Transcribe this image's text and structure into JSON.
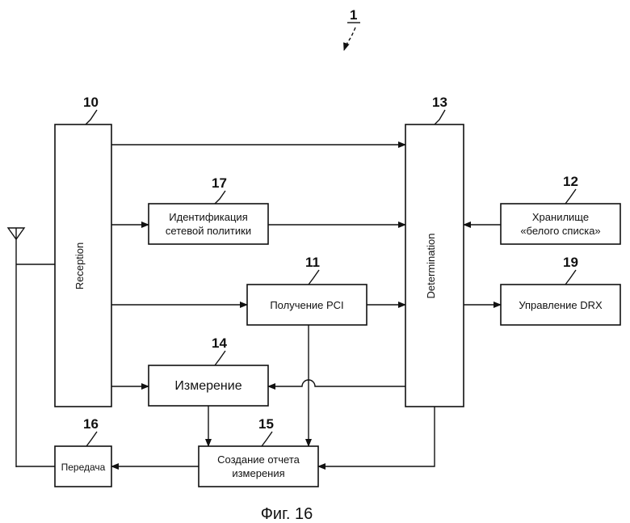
{
  "figure": {
    "ref_overall": "1",
    "caption": "Фиг. 16"
  },
  "blocks": {
    "reception": {
      "ref": "10",
      "label": "Reception"
    },
    "pci": {
      "ref": "11",
      "label": "Получение PCI"
    },
    "whitelist": {
      "ref": "12",
      "line1": "Хранилище",
      "line2": "«белого списка»"
    },
    "determination": {
      "ref": "13",
      "label": "Determination"
    },
    "measurement": {
      "ref": "14",
      "label": "Измерение"
    },
    "report": {
      "ref": "15",
      "line1": "Создание отчета",
      "line2": "измерения"
    },
    "transmission": {
      "ref": "16",
      "label": "Передача"
    },
    "policy": {
      "ref": "17",
      "line1": "Идентификация",
      "line2": "сетевой политики"
    },
    "drx": {
      "ref": "19",
      "label": "Управление DRX"
    }
  }
}
